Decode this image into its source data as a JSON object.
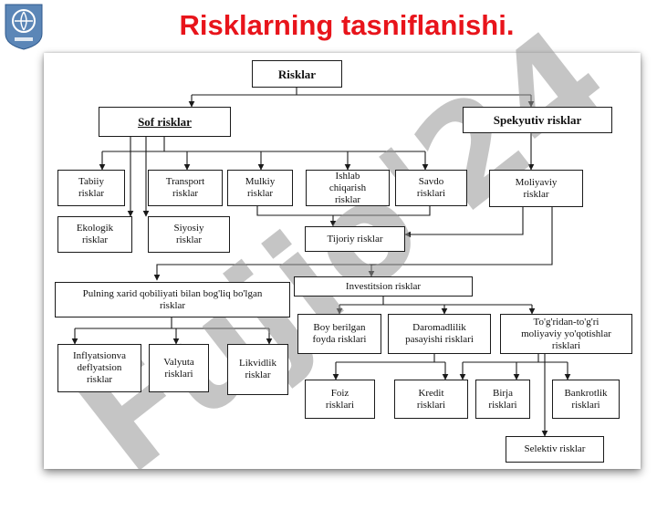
{
  "page": {
    "title": "Risklarning tasniflanishi.",
    "watermark": "Fujio'24"
  },
  "diagram": {
    "root": "Risklar",
    "sof": "Sof risklar",
    "spek": "Spekyutiv risklar",
    "tabiiy": "Tabiiy\nrisklar",
    "transport": "Transport\nrisklar",
    "mulkiy": "Mulkiy\nrisklar",
    "ishlab": "Ishlab\nchiqarish\nrisklar",
    "savdo": "Savdo\nrisklari",
    "moliyaviy": "Moliyaviy\nrisklar",
    "ekologik": "Ekologik\nrisklar",
    "siyosiy": "Siyosiy\nrisklar",
    "tijoriy": "Tijoriy risklar",
    "pul": "Pulning xarid qobiliyati bilan bog'liq bo'lgan\nrisklar",
    "invest": "Investitsion risklar",
    "boy": "Boy berilgan\nfoyda risklari",
    "daromad": "Daromadlilik\npasayishi risklari",
    "togri": "To'g'ridan-to'g'ri\nmoliyaviy yo'qotishlar\nrisklari",
    "infl": "Inflyatsionva\ndeflyatsion\nrisklar",
    "valyuta": "Valyuta\nrisklari",
    "likvid": "Likvidlik\nrisklar",
    "foiz": "Foiz\nrisklari",
    "kredit": "Kredit\nrisklari",
    "birja": "Birja\nrisklari",
    "bankrot": "Bankrotlik\nrisklari",
    "selektiv": "Selektiv risklar"
  }
}
